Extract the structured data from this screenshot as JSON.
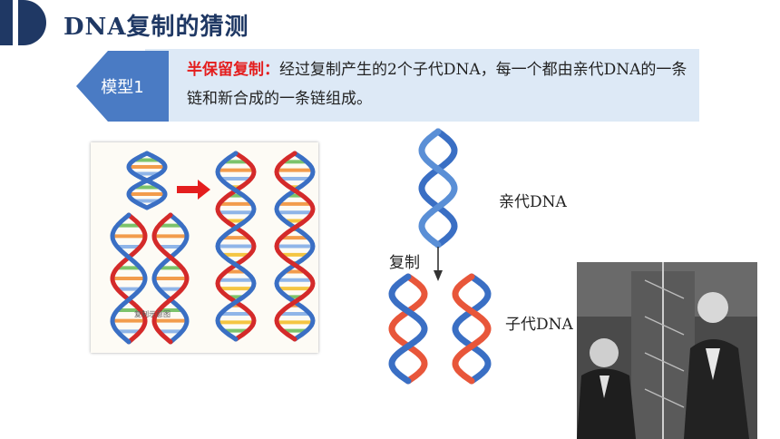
{
  "header": {
    "title": "DNA复制的猜测"
  },
  "model": {
    "badge": "模型1",
    "term": "半保留复制：",
    "description": "经过复制产生的2个子代DNA，每一个都由亲代DNA的一条链和新合成的一条链组成。"
  },
  "figure_right": {
    "parent_label": "亲代DNA",
    "copy_label": "复制",
    "child_label": "子代DNA"
  },
  "figure_left": {
    "caption": "复制示意图"
  },
  "colors": {
    "title": "#1f3864",
    "accent_red": "#e41e1e",
    "badge_blue": "#4a7bc4",
    "box_bg": "#dde9f6",
    "strand_blue": "#3a6fc4",
    "strand_red": "#d42a2a"
  }
}
